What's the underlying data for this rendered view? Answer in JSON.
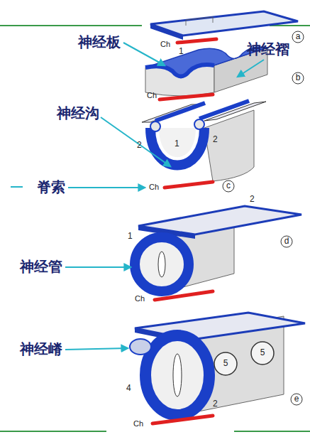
{
  "diagram": {
    "labels": [
      "Ch",
      "a",
      "神经板",
      "1",
      "Ch",
      "b",
      "神经褶",
      "神经沟",
      "1",
      "2",
      "2",
      "c",
      "脊索",
      "Ch",
      "2",
      "1",
      "神经管",
      "d",
      "Ch",
      "神经嵴",
      "5",
      "5",
      "4",
      "2",
      "e",
      "Ch"
    ]
  }
}
